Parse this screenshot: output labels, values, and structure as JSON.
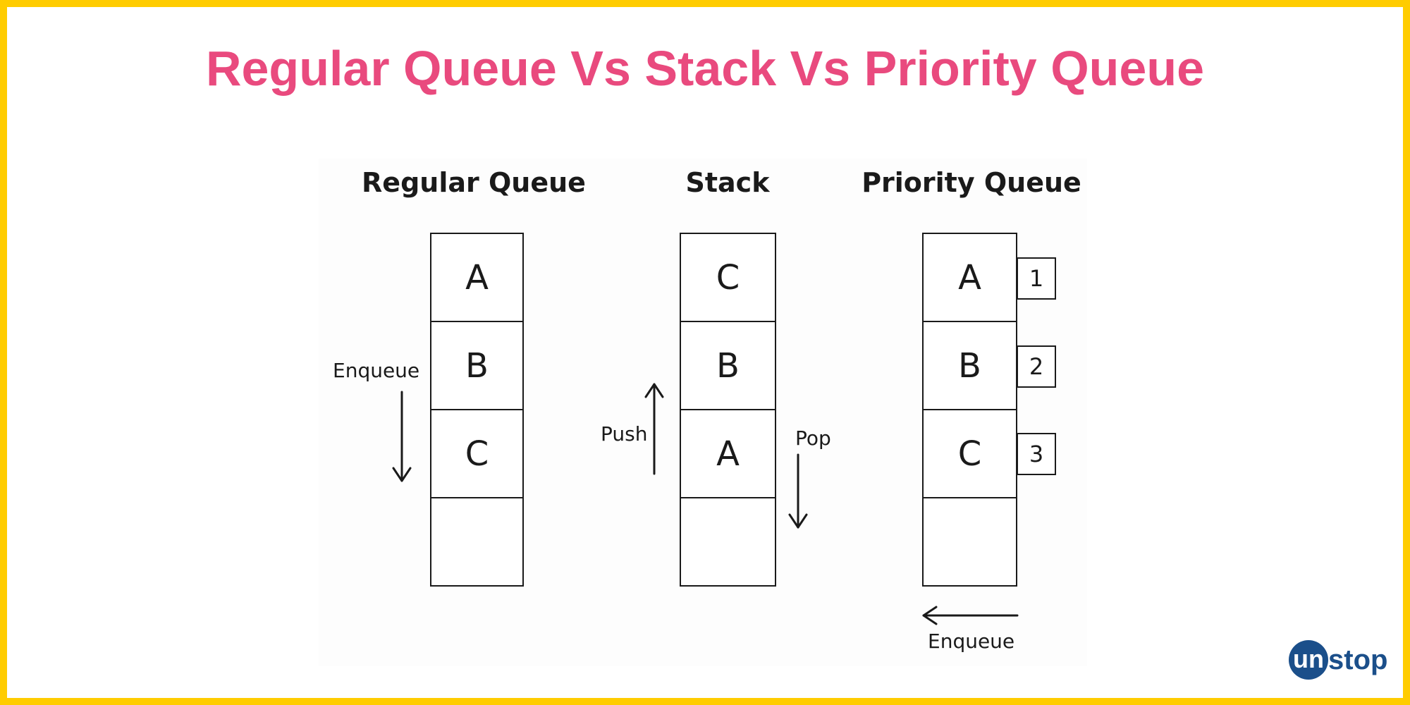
{
  "title": "Regular Queue Vs Stack Vs Priority Queue",
  "colors": {
    "title": "#E94A7E",
    "border": "#FFCC00",
    "logo": "#1B4F8A",
    "ink": "#1a1a1a"
  },
  "regular_queue": {
    "title": "Regular Queue",
    "cells": [
      "A",
      "B",
      "C",
      ""
    ],
    "enqueue_label": "Enqueue"
  },
  "stack": {
    "title": "Stack",
    "cells": [
      "C",
      "B",
      "A",
      ""
    ],
    "push_label": "Push",
    "pop_label": "Pop"
  },
  "priority_queue": {
    "title": "Priority Queue",
    "cells": [
      "A",
      "B",
      "C",
      ""
    ],
    "priorities": [
      "1",
      "2",
      "3"
    ],
    "enqueue_label": "Enqueue"
  },
  "logo": {
    "mark": "un",
    "rest": "stop"
  }
}
